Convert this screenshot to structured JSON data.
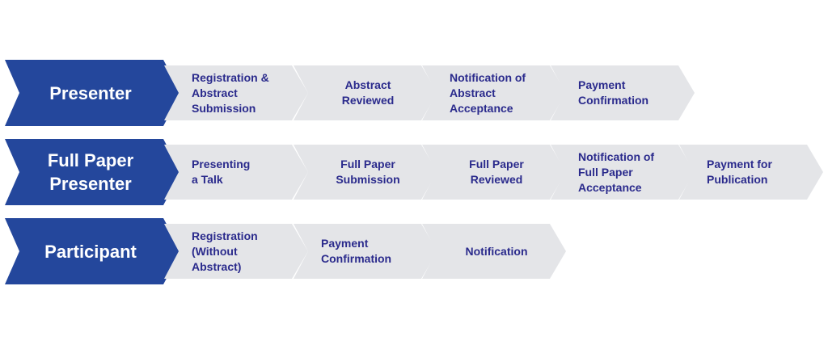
{
  "rows": [
    {
      "role": [
        "Presenter"
      ],
      "steps": [
        [
          "Registration &",
          "Abstract",
          "Submission"
        ],
        [
          "Abstract",
          "Reviewed"
        ],
        [
          "Notification of",
          "Abstract",
          "Acceptance"
        ],
        [
          "Payment",
          "Confirmation"
        ]
      ]
    },
    {
      "role": [
        "Full Paper",
        "Presenter"
      ],
      "steps": [
        [
          "Presenting",
          "a Talk"
        ],
        [
          "Full Paper",
          "Submission"
        ],
        [
          "Full Paper",
          "Reviewed"
        ],
        [
          "Notification of",
          "Full Paper",
          "Acceptance"
        ],
        [
          "Payment for",
          "Publication"
        ]
      ]
    },
    {
      "role": [
        "Participant"
      ],
      "steps": [
        [
          "Registration",
          "(Without",
          "Abstract)"
        ],
        [
          "Payment",
          "Confirmation"
        ],
        [
          "Notification"
        ]
      ]
    }
  ]
}
